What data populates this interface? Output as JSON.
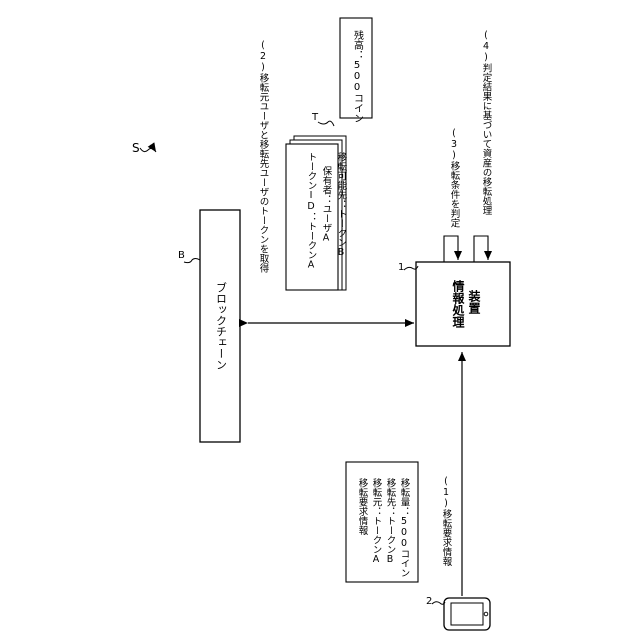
{
  "system_label": "S",
  "blockchain": {
    "ref": "B",
    "label": "ブロックチェーン"
  },
  "device": {
    "ref": "1",
    "label_line1": "情報処理",
    "label_line2": "装置"
  },
  "terminal": {
    "ref": "2"
  },
  "token": {
    "ref": "T",
    "line1": "トークンID：トークンA",
    "line2": "保有者：ユーザA",
    "line3": "移転可能先：トークンB"
  },
  "balance": {
    "label": "残高：500コイン"
  },
  "request_info": {
    "title": "移転要求情報",
    "line1": "移転元：トークンA",
    "line2": "移転先：トークンB",
    "line3": "移転量：500コイン"
  },
  "steps": {
    "step1": "(1)移転要求情報",
    "step2": "(2)移転元ユーザと移転先ユーザのトークンを取得",
    "step3": "(3)移転条件を判定",
    "step4": "(4)判定結果に基づいて資産の移転処理"
  }
}
